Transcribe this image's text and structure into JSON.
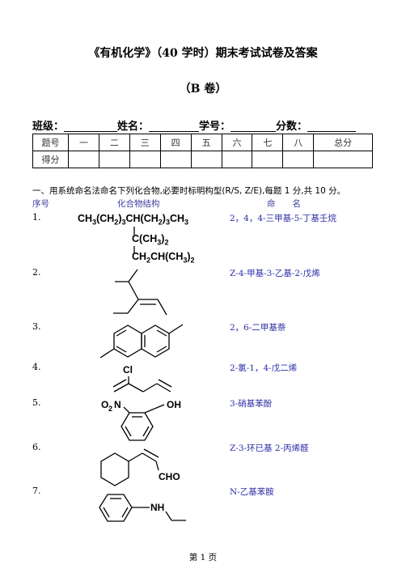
{
  "header": {
    "title": "《有机化学》（40 学时）期末考试试卷及答案",
    "subtitle": "（B 卷）"
  },
  "student_info": {
    "class_label": "班级：",
    "name_label": "姓名：",
    "id_label": "学号：",
    "score_label": "分数："
  },
  "score_table": {
    "row1": [
      "题号",
      "一",
      "二",
      "三",
      "四",
      "五",
      "六",
      "七",
      "八",
      "总分"
    ],
    "row2_label": "得分"
  },
  "section1": {
    "instruction": "一、用系统命名法命名下列化合物,必要时标明构型(R/S, Z/E),每题 1 分,共 10 分。",
    "col_seq": "序号",
    "col_structure": "化合物结构",
    "col_name": "命　　名",
    "questions": [
      {
        "no": "1.",
        "answer": "2，4，4-三甲基-5-丁基壬烷"
      },
      {
        "no": "2.",
        "answer": "Z-4-甲基-3-乙基-2-戊烯"
      },
      {
        "no": "3.",
        "answer": "2，6-二甲基萘"
      },
      {
        "no": "4.",
        "answer": "2-氯-1，4-戊二烯"
      },
      {
        "no": "5.",
        "answer": "3-硝基苯酚"
      },
      {
        "no": "6.",
        "answer": "Z-3-环已基 2-丙烯醛"
      },
      {
        "no": "7.",
        "answer": "N-乙基苯胺"
      }
    ],
    "structure_labels": {
      "cl": "Cl",
      "o2n_o": "O",
      "o2n_2": "2",
      "o2n_n": "N",
      "oh": "OH",
      "cho": "CHO",
      "nh": "NH"
    }
  },
  "footer": {
    "page": "第 1 页"
  }
}
